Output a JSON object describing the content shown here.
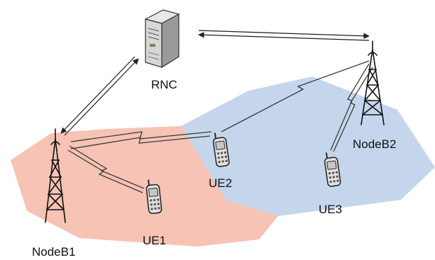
{
  "labels": {
    "rnc": "RNC",
    "nodeb1": "NodeB1",
    "nodeb2": "NodeB2",
    "ue1": "UE1",
    "ue2": "UE2",
    "ue3": "UE3"
  },
  "colors": {
    "cell_nodeb1": "#f6c3b4",
    "cell_nodeb2": "#c5d6ec",
    "cell_overlap": "#c9b8bf",
    "radio_link": "#3a3a3a"
  },
  "icons": [
    "server-icon",
    "tower-icon",
    "mobile-phone-icon",
    "double-arrow-icon",
    "lightning-link-icon"
  ]
}
